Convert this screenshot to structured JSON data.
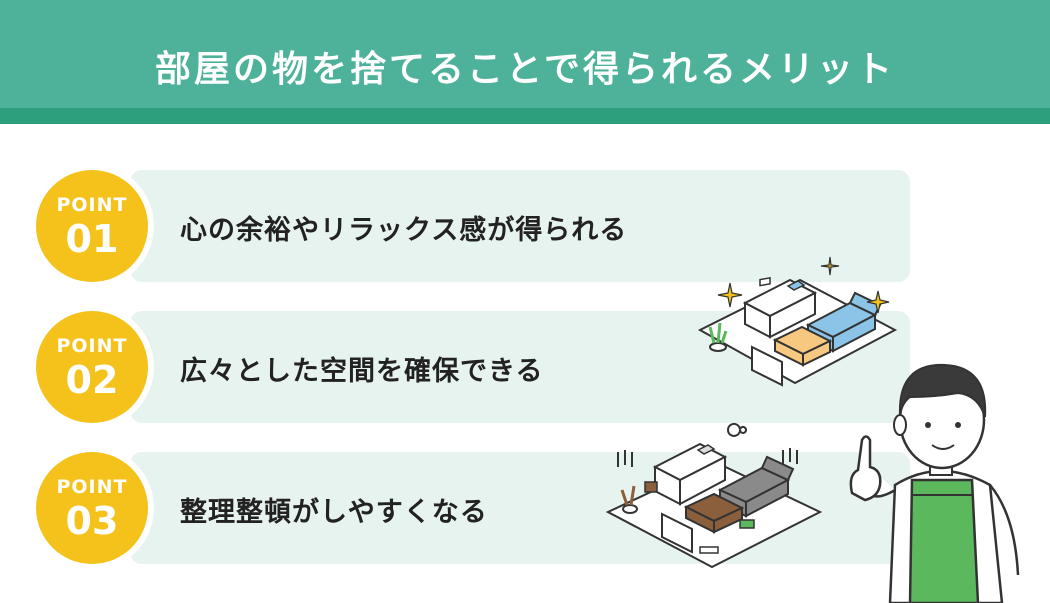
{
  "header": {
    "title": "部屋の物を捨てることで得られるメリット"
  },
  "points": [
    {
      "label": "POINT",
      "number": "01",
      "text": "心の余裕やリラックス感が得られる"
    },
    {
      "label": "POINT",
      "number": "02",
      "text": "広々とした空間を確保できる"
    },
    {
      "label": "POINT",
      "number": "03",
      "text": "整理整頓がしやすくなる"
    }
  ],
  "colors": {
    "header_bg": "#4db299",
    "header_stripe": "#2e9f7c",
    "row_bg": "#e7f3ee",
    "badge": "#f4c21a",
    "apron": "#5cb85c",
    "sofa_blue": "#8cc4e8",
    "table_orange": "#f7c980",
    "sofa_gray": "#8a8a8a",
    "table_brown": "#8b5e3c"
  },
  "illustrations": {
    "clean_room": "tidy-living-room-illustration",
    "messy_room": "messy-living-room-illustration",
    "person": "person-in-green-apron-pointing"
  }
}
